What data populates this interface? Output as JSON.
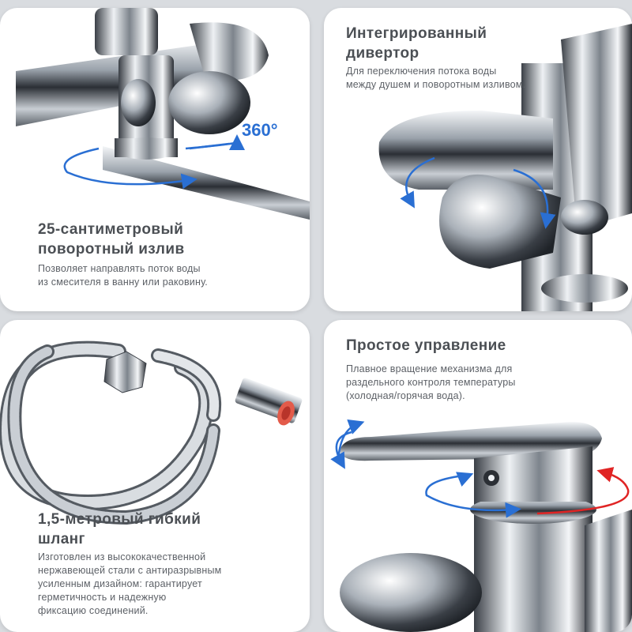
{
  "panels": {
    "spout": {
      "title": "25-сантиметровый\nповоротный излив",
      "description": "Позволяет направлять поток воды\nиз смесителя в ванну или раковину.",
      "badge": "360°"
    },
    "diverter": {
      "title": "Интегрированный\nдивертор",
      "description": "Для переключения потока воды\nмежду душем и поворотным изливом."
    },
    "hose": {
      "title": "1,5-метровый гибкий\nшланг",
      "description": "Изготовлен из высококачественной\nнержавеющей стали с антиразрывным\nусиленным дизайном: гарантирует\nгерметичность и надежную\nфиксацию соединений."
    },
    "control": {
      "title": "Простое управление",
      "description": "Плавное вращение механизма для\nраздельного контроля температуры\n(холодная/горячая вода)."
    }
  },
  "colors": {
    "rotation_arrow": "#2a6fd3",
    "hot_arrow": "#e02424",
    "chrome_dark": "#2b2f35",
    "chrome_light": "#eef1f4"
  }
}
